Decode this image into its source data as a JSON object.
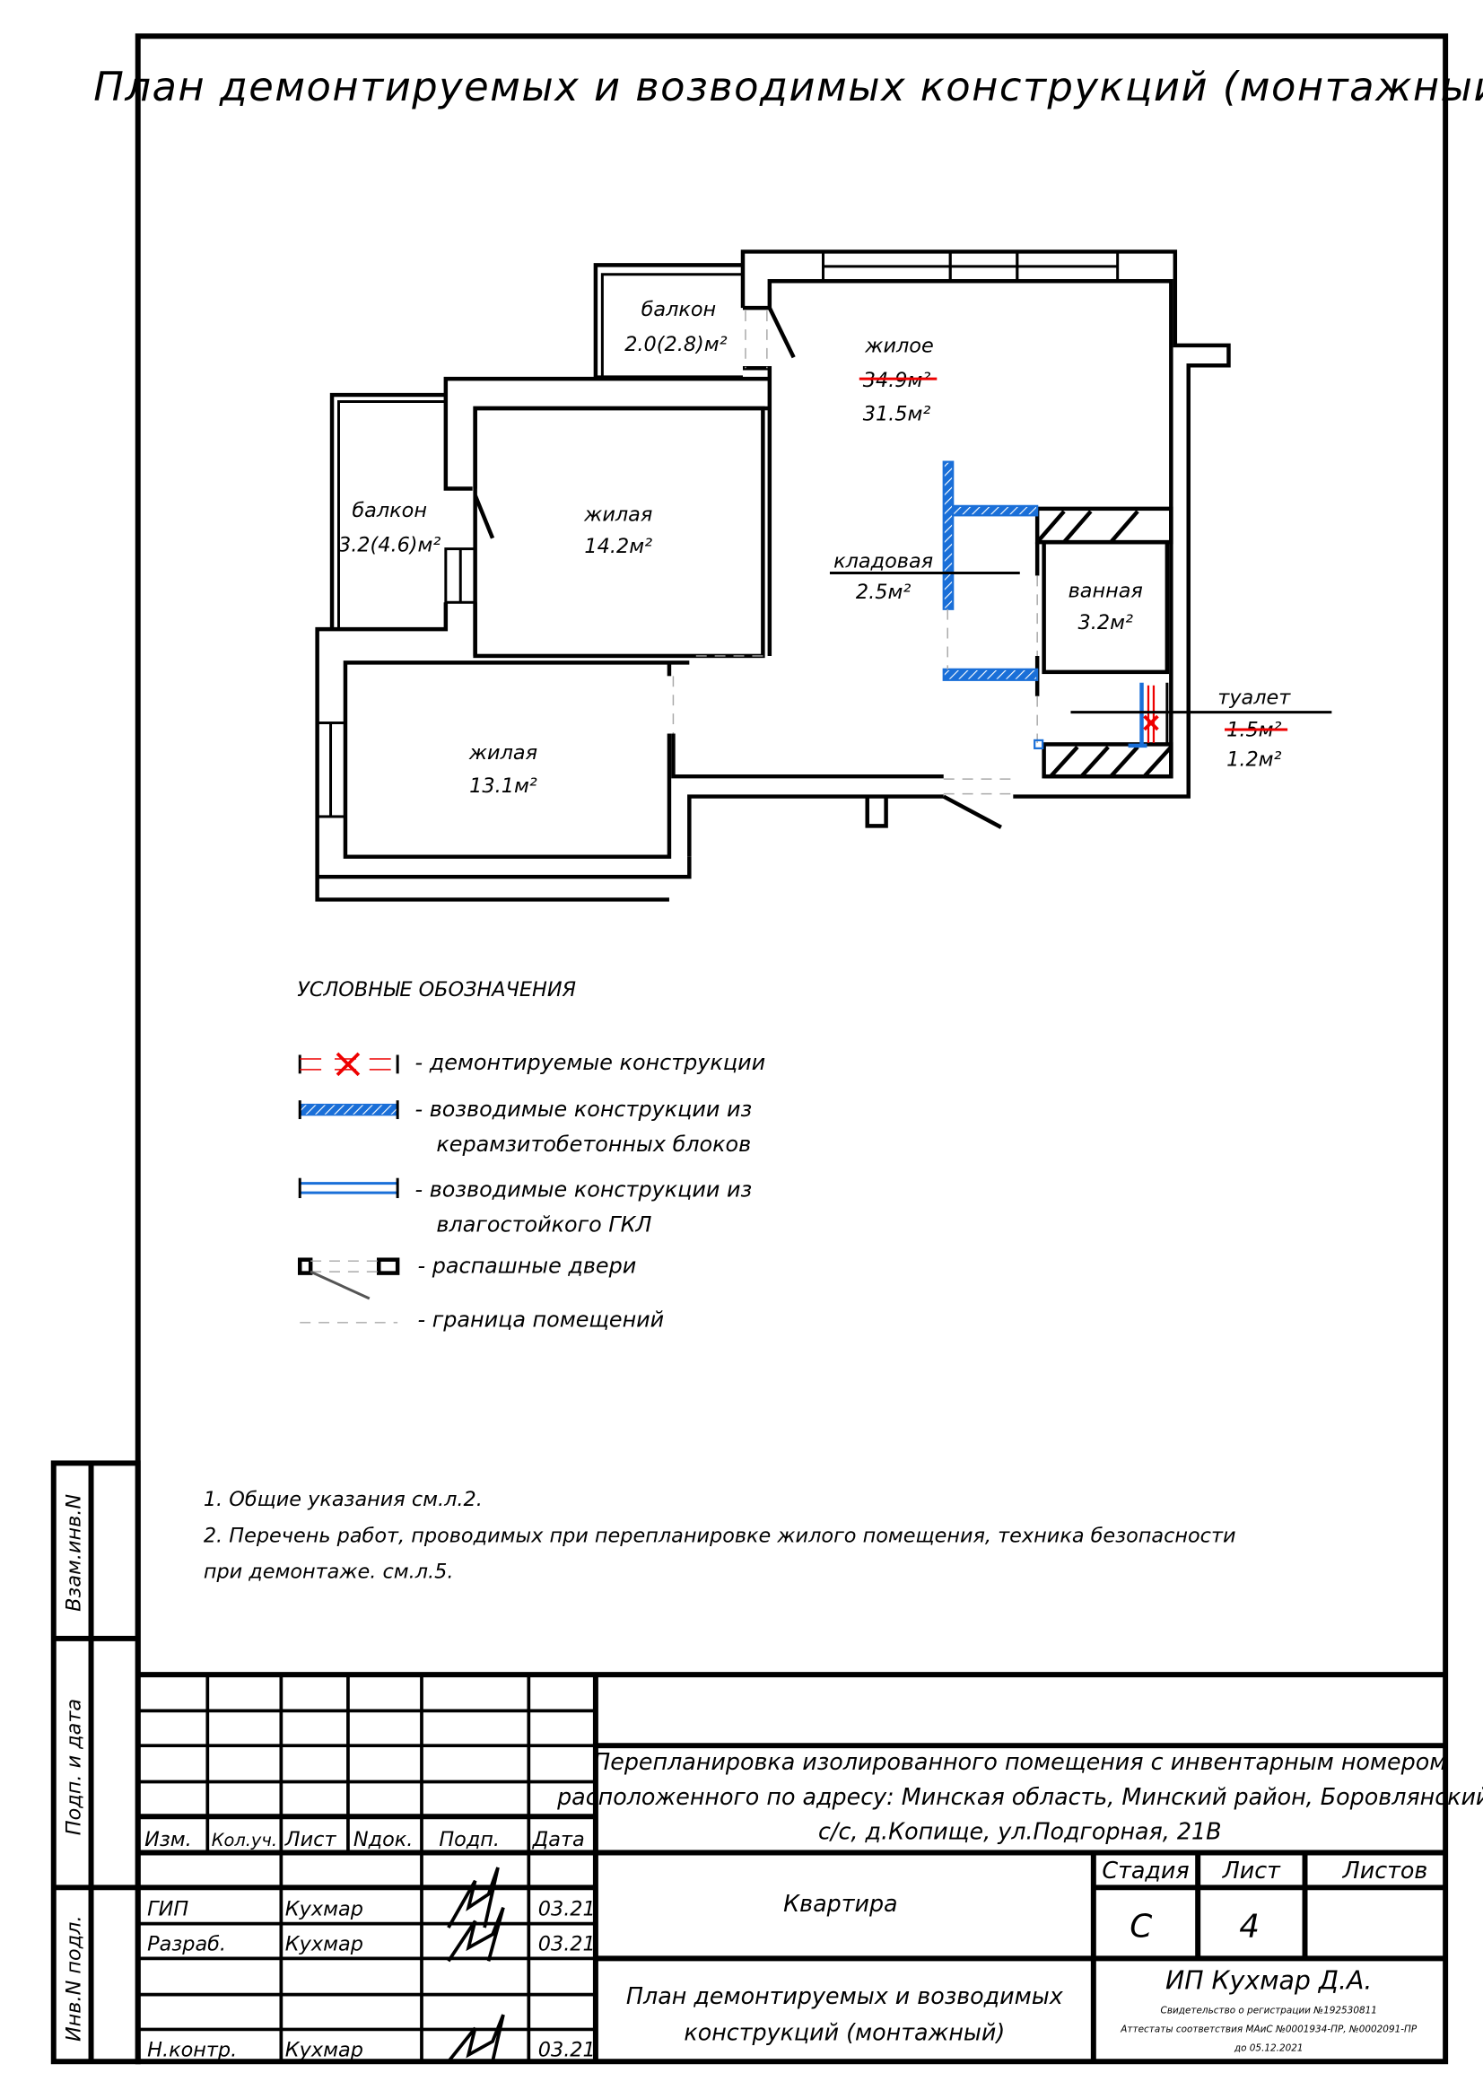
{
  "title": "План демонтируемых и возводимых конструкций (монтажный)",
  "rooms": {
    "balcony1": {
      "name": "балкон",
      "area": "2.0(2.8)м²"
    },
    "living_main": {
      "name": "жилое",
      "old_area": "34.9м²",
      "area": "31.5м²"
    },
    "balcony2": {
      "name": "балкон",
      "area": "3.2(4.6)м²"
    },
    "bedroom1": {
      "name": "жилая",
      "area": "14.2м²"
    },
    "storage": {
      "name": "кладовая",
      "area": "2.5м²"
    },
    "bathroom": {
      "name": "ванная",
      "area": "3.2м²"
    },
    "toilet": {
      "name": "туалет",
      "old_area": "1.5м²",
      "area": "1.2м²"
    },
    "bedroom2": {
      "name": "жилая",
      "area": "13.1м²"
    }
  },
  "legend": {
    "title": "УСЛОВНЫЕ ОБОЗНАЧЕНИЯ",
    "items": [
      {
        "symbol": "demolished-icon",
        "line1": "- демонтируемые конструкции",
        "line2": ""
      },
      {
        "symbol": "block-wall-icon",
        "line1": "- возводимые конструкции из",
        "line2": "керамзитобетонных блоков"
      },
      {
        "symbol": "gkl-wall-icon",
        "line1": "- возводимые конструкции из",
        "line2": "влагостойкого ГКЛ"
      },
      {
        "symbol": "swing-door-icon",
        "line1": "- распашные двери",
        "line2": ""
      },
      {
        "symbol": "room-boundary-icon",
        "line1": "- граница помещений",
        "line2": ""
      }
    ]
  },
  "notes": [
    "1. Общие указания см.л.2.",
    "2. Перечень работ, проводимых при перепланировке жилого помещения, техника безопасности",
    "при демонтаже. см.л.5."
  ],
  "side_labels": [
    "Взам.инв.N",
    "Подп. и дата",
    "Инв.N подл."
  ],
  "title_block": {
    "headers": [
      "Изм.",
      "Кол.уч.",
      "Лист",
      "Nдок.",
      "Подп.",
      "Дата"
    ],
    "signers": [
      {
        "role": "ГИП",
        "name": "Кухмар",
        "date": "03.21"
      },
      {
        "role": "Разраб.",
        "name": "Кухмар",
        "date": "03.21"
      },
      {
        "role": "Н.контр.",
        "name": "Кухмар",
        "date": "03.21"
      }
    ],
    "project": [
      "Перепланировка изолированного помещения с инвентарным номером",
      "расположенного по адресу: Минская область, Минский район, Боровлянский",
      "с/с, д.Копище, ул.Подгорная, 21В"
    ],
    "object": "Квартира",
    "stage_label": "Стадия",
    "sheet_label": "Лист",
    "sheets_label": "Листов",
    "stage": "С",
    "sheet": "4",
    "sheets": "",
    "drawing_name": [
      "План демонтируемых и возводимых",
      "конструкций (монтажный)"
    ],
    "company": "ИП Кухмар Д.А.",
    "company_details": [
      "Свидетельство о регистрации №192530811",
      "Аттестаты соответствия МАиС №0001934-ПР, №0002091-ПР",
      "до 05.12.2021"
    ]
  },
  "colors": {
    "new_wall": "#1a6fd8",
    "demolished": "#e00000"
  }
}
